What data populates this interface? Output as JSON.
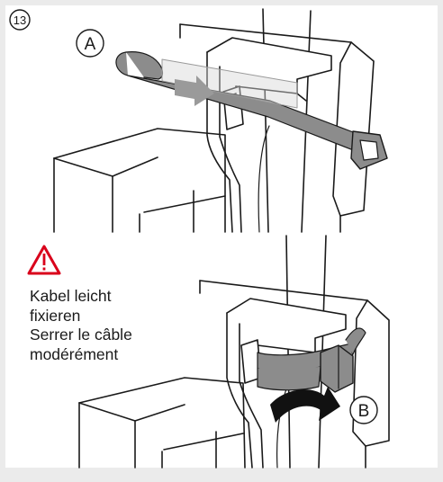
{
  "step": {
    "number": "13"
  },
  "labels": {
    "a": "A",
    "b": "B"
  },
  "warning": {
    "icon": "warning-triangle-icon",
    "color": "#d9001b",
    "lines": [
      "Kabel leicht",
      "fixieren",
      "Serrer le câble",
      "modérément"
    ]
  }
}
